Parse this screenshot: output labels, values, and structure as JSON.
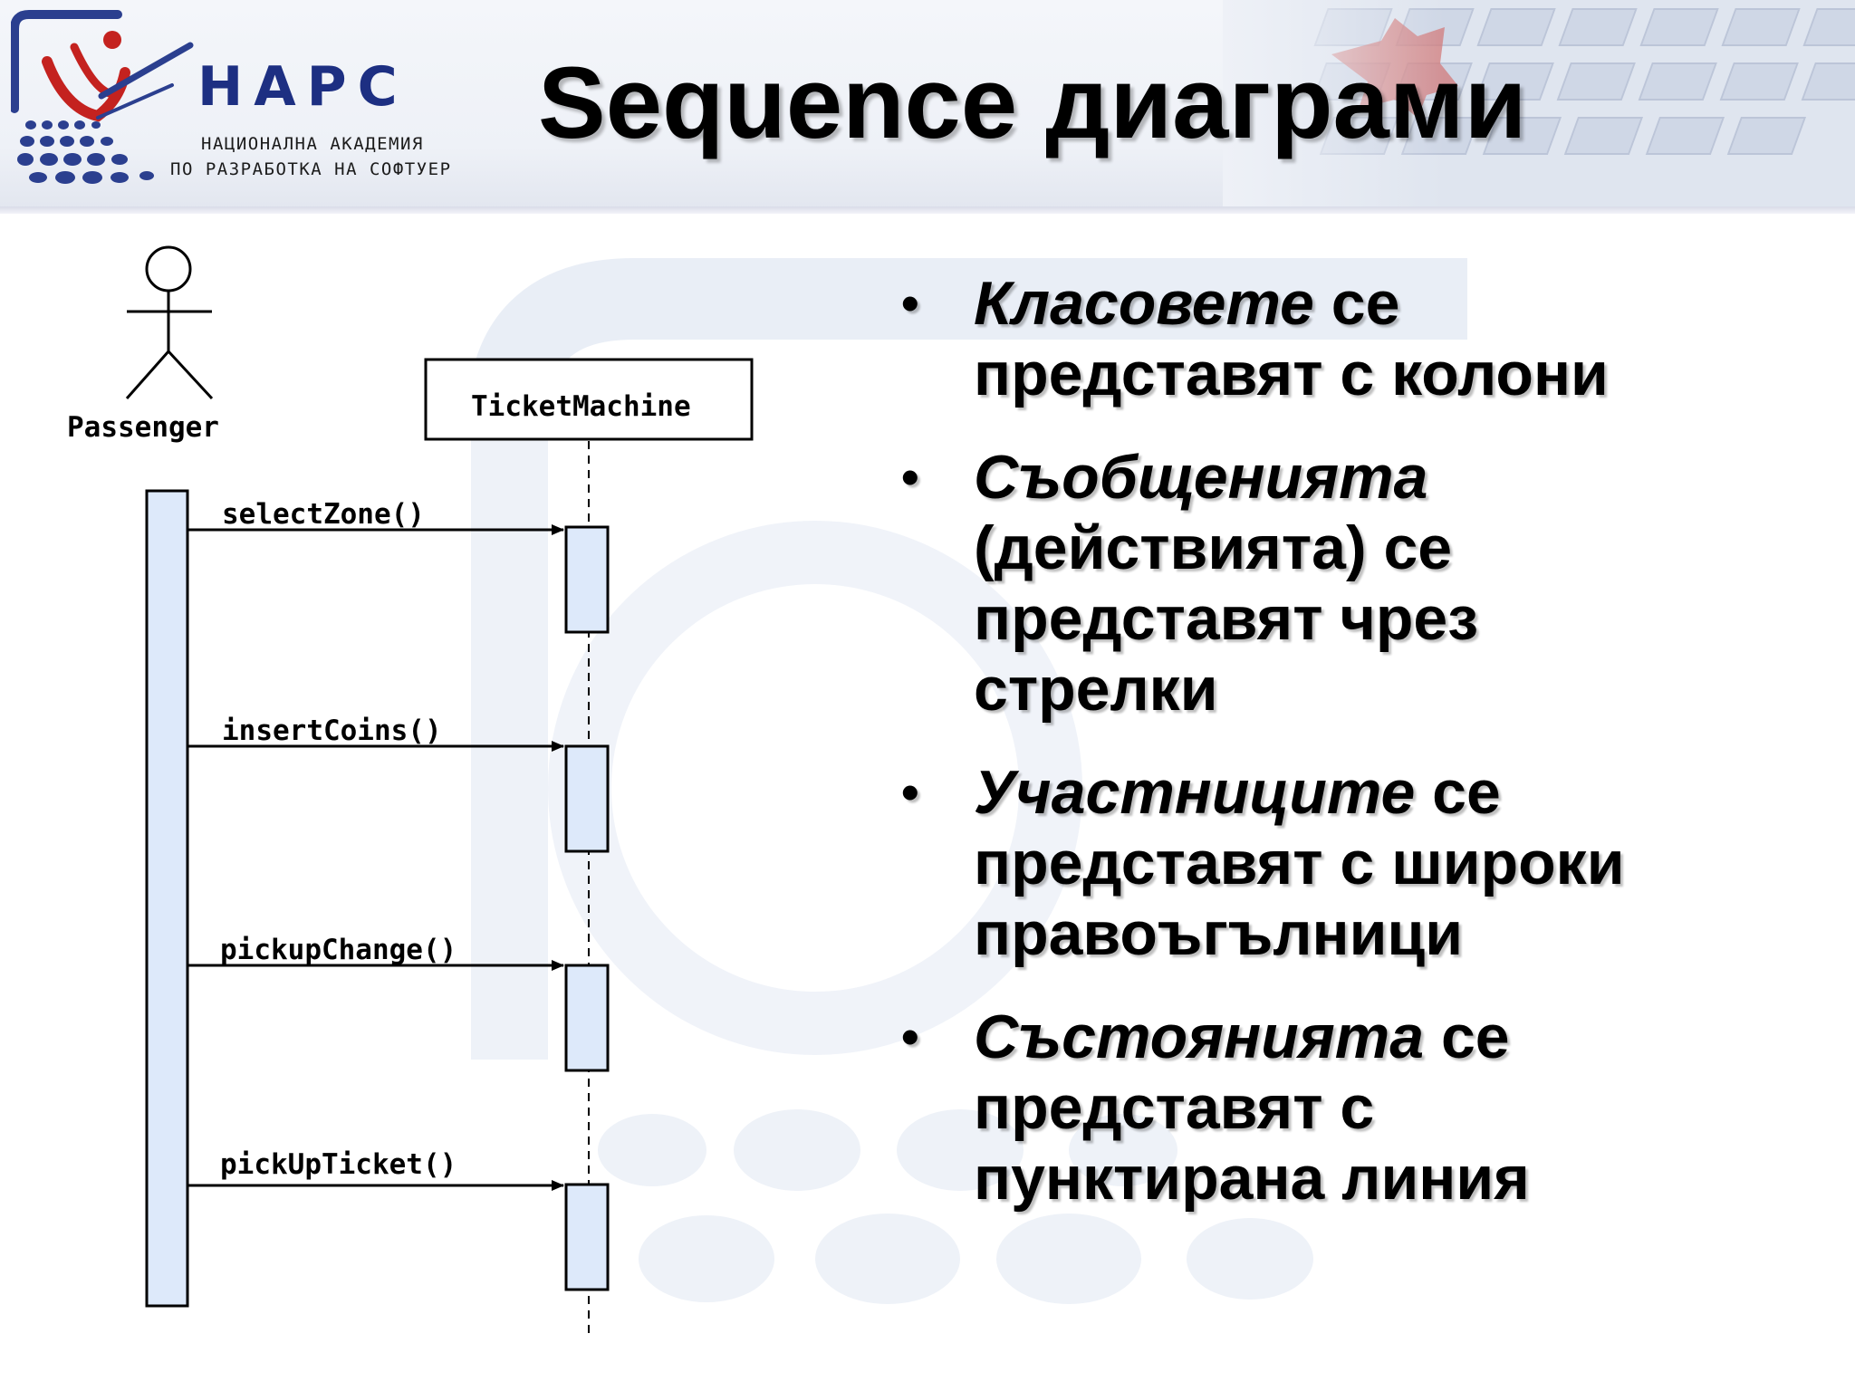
{
  "header": {
    "logo": {
      "name": "НАРС",
      "subtitle_line1": "НАЦИОНАЛНА АКАДЕМИЯ",
      "subtitle_line2": "ПО РАЗРАБОТКА НА СОФТУЕР",
      "logo_icon": "runner-and-dots-logo"
    },
    "title": "Sequence диаграми"
  },
  "diagram": {
    "actor": {
      "name": "Passenger",
      "icon": "stick-figure-icon"
    },
    "object": {
      "name": "TicketMachine"
    },
    "messages": [
      {
        "label": "selectZone()"
      },
      {
        "label": "insertCoins()"
      },
      {
        "label": "pickupChange()"
      },
      {
        "label": "pickUpTicket()"
      }
    ],
    "colors": {
      "activation_fill": "#dde9fa",
      "line": "#000000"
    }
  },
  "bullets": [
    {
      "emphasis": "Класовете",
      "rest_line1": " се",
      "rest": "представят с колони"
    },
    {
      "emphasis": "Съобщенията",
      "rest_line1": "",
      "rest": "(действията) се представят чрез стрелки"
    },
    {
      "emphasis": "Участниците",
      "rest_line1": " се",
      "rest": "представят с широки правоъгълници"
    },
    {
      "emphasis": "Състоянията",
      "rest_line1": " се",
      "rest": "представят с пунктирана линия"
    }
  ],
  "bullet_symbol": "•"
}
